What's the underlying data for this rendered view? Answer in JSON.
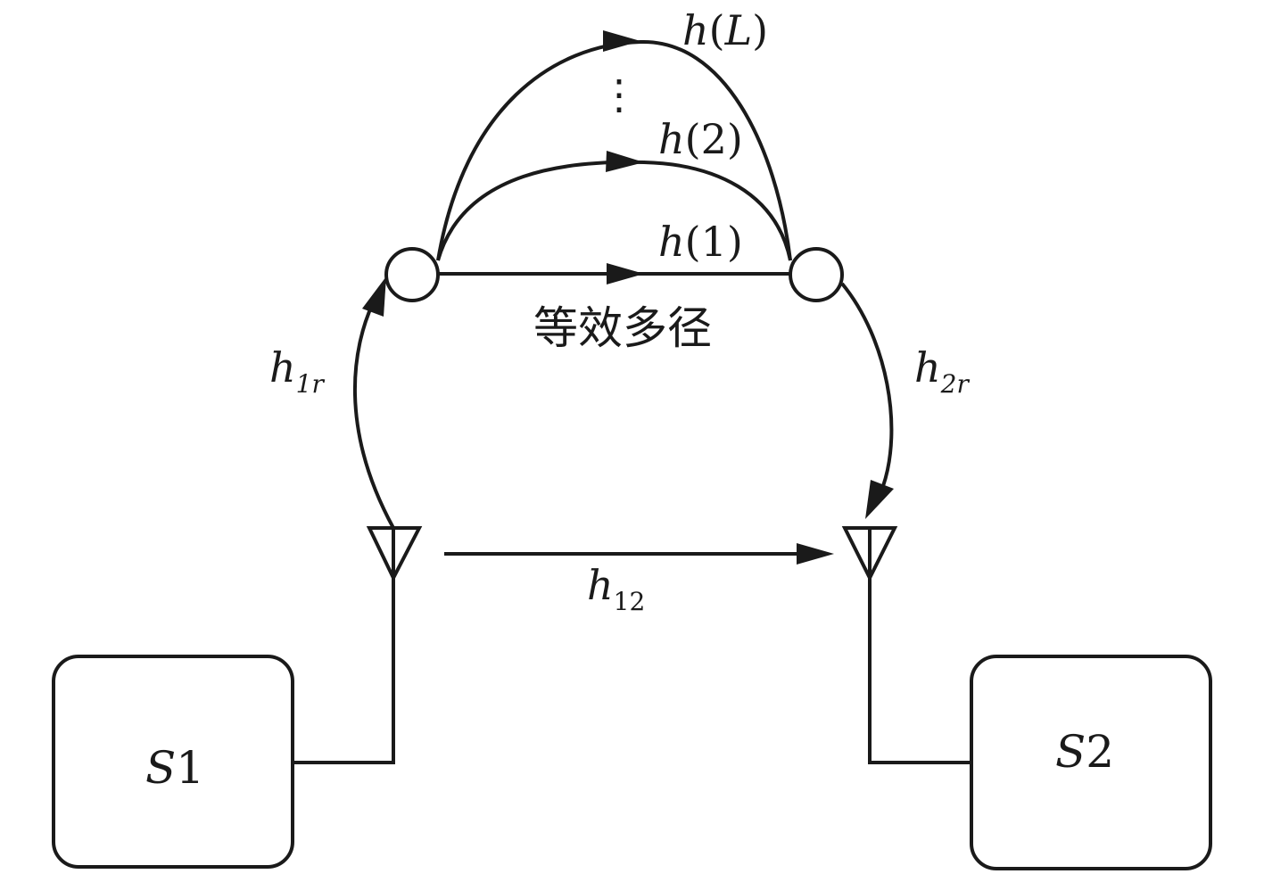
{
  "labels": {
    "source1": {
      "var": "S",
      "num": "1"
    },
    "source2": {
      "var": "S",
      "num": "2"
    },
    "direct_channel": {
      "var": "h",
      "sub": "12"
    },
    "relay_in_channel": {
      "var": "h",
      "sub": "1r"
    },
    "relay_out_channel": {
      "var": "h",
      "sub": "2r"
    },
    "multipath_paths": [
      {
        "var": "h",
        "arg": "1"
      },
      {
        "var": "h",
        "arg": "2"
      },
      {
        "var": "h",
        "arg": "L"
      }
    ],
    "ellipsis": "⋮",
    "multipath_caption": "等效多径"
  }
}
